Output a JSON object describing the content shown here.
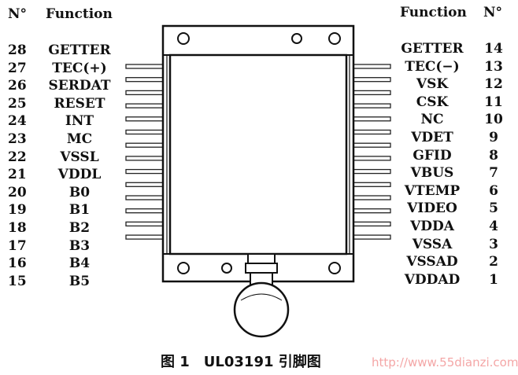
{
  "header": {
    "left_no": "N°",
    "left_function": "Function",
    "right_function": "Function",
    "right_no": "N°"
  },
  "left_pins": [
    {
      "no": "28",
      "name": "GETTER"
    },
    {
      "no": "27",
      "name": "TEC(+)"
    },
    {
      "no": "26",
      "name": "SERDAT"
    },
    {
      "no": "25",
      "name": "RESET"
    },
    {
      "no": "24",
      "name": "INT"
    },
    {
      "no": "23",
      "name": "MC"
    },
    {
      "no": "22",
      "name": "VSSL"
    },
    {
      "no": "21",
      "name": "VDDL"
    },
    {
      "no": "20",
      "name": "B0"
    },
    {
      "no": "19",
      "name": "B1"
    },
    {
      "no": "18",
      "name": "B2"
    },
    {
      "no": "17",
      "name": "B3"
    },
    {
      "no": "16",
      "name": "B4"
    },
    {
      "no": "15",
      "name": "B5"
    }
  ],
  "right_pins": [
    {
      "no": "14",
      "name": "GETTER"
    },
    {
      "no": "13",
      "name": "TEC(−)"
    },
    {
      "no": "12",
      "name": "VSK"
    },
    {
      "no": "11",
      "name": "CSK"
    },
    {
      "no": "10",
      "name": "NC"
    },
    {
      "no": "9",
      "name": "VDET"
    },
    {
      "no": "8",
      "name": "GFID"
    },
    {
      "no": "7",
      "name": "VBUS"
    },
    {
      "no": "6",
      "name": "VTEMP"
    },
    {
      "no": "5",
      "name": "VIDEO"
    },
    {
      "no": "4",
      "name": "VDDA"
    },
    {
      "no": "3",
      "name": "VSSA"
    },
    {
      "no": "2",
      "name": "VSSAD"
    },
    {
      "no": "1",
      "name": "VDDAD"
    }
  ],
  "caption": "图 1　UL03191 引脚图",
  "watermark": "http://www.55dianzi.com"
}
